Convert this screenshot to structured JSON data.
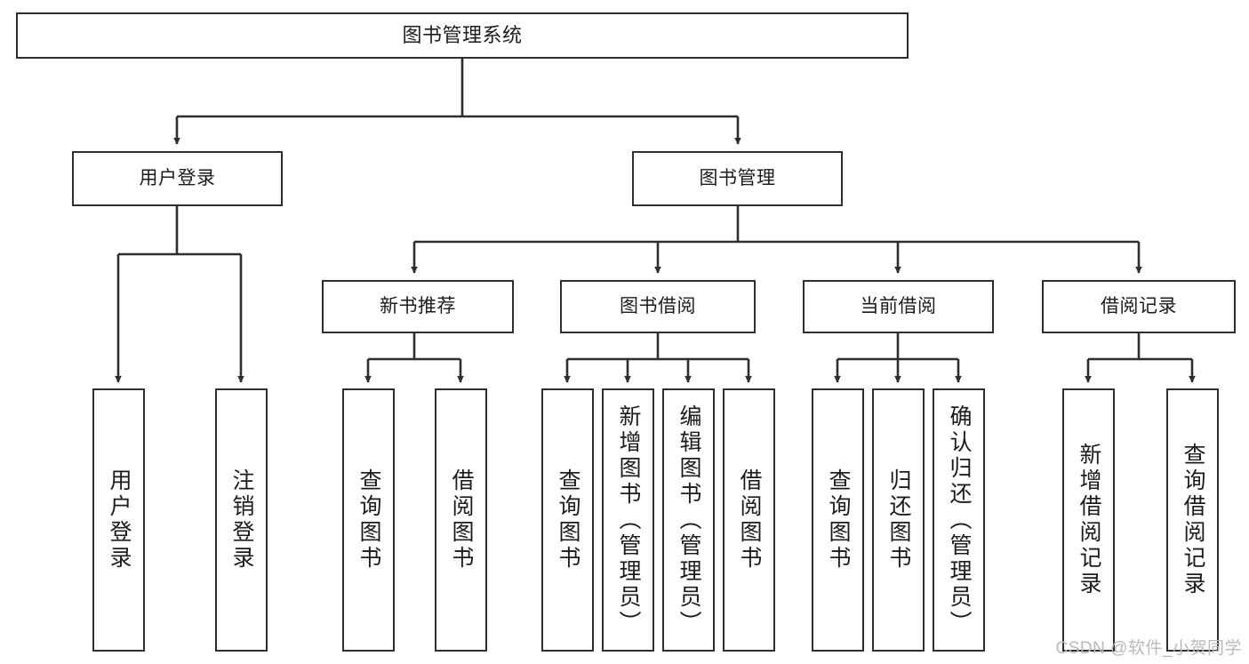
{
  "diagram": {
    "title": "图书管理系统",
    "type": "tree-hierarchy-chart",
    "root": {
      "label": "图书管理系统"
    },
    "level2": [
      {
        "label": "用户登录"
      },
      {
        "label": "图书管理"
      }
    ],
    "level3": [
      {
        "label": "新书推荐"
      },
      {
        "label": "图书借阅"
      },
      {
        "label": "当前借阅"
      },
      {
        "label": "借阅记录"
      }
    ],
    "leaves": {
      "user_login": [
        {
          "label": "用户登录"
        },
        {
          "label": "注销登录"
        }
      ],
      "new_book_recommend": [
        {
          "label": "查询图书"
        },
        {
          "label": "借阅图书"
        }
      ],
      "book_borrow": [
        {
          "label": "查询图书"
        },
        {
          "label": "新增图书（管理员）"
        },
        {
          "label": "编辑图书（管理员）"
        },
        {
          "label": "借阅图书"
        }
      ],
      "current_borrow": [
        {
          "label": "查询图书"
        },
        {
          "label": "归还图书"
        },
        {
          "label": "确认归还（管理员）"
        }
      ],
      "borrow_record": [
        {
          "label": "新增借阅记录"
        },
        {
          "label": "查询借阅记录"
        }
      ]
    }
  },
  "watermark": {
    "text": "CSDN @软件_小贺同学"
  },
  "colors": {
    "stroke": "#2e2e2e",
    "fill": "#ffffff",
    "text": "#1c1c1c",
    "watermark": "#b9b9b9"
  }
}
